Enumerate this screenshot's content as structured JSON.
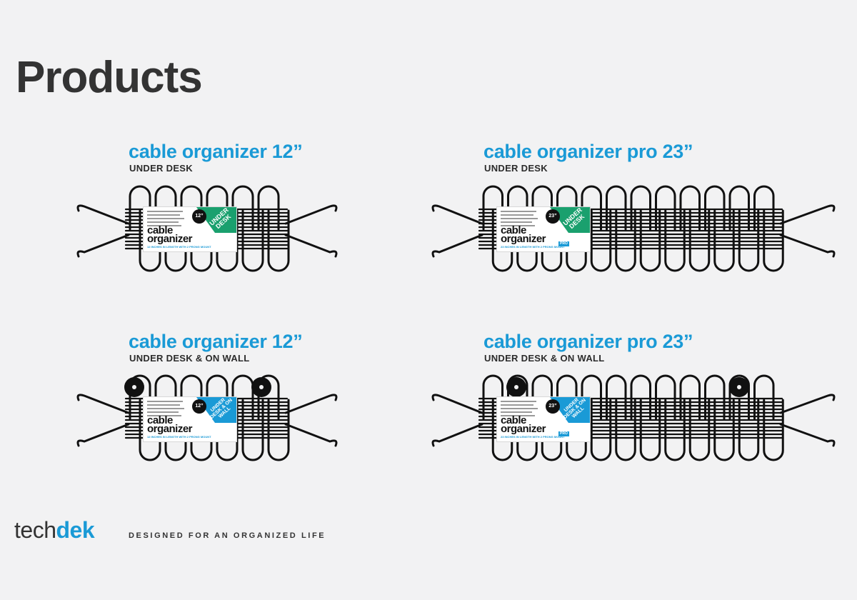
{
  "page": {
    "title": "Products"
  },
  "products": [
    {
      "name": "cable organizer 12”",
      "subtitle": "UNDER DESK",
      "card": {
        "size": "12”",
        "tag": "UNDER DESK",
        "word1": "cable",
        "word2": "organizer",
        "pro": "",
        "footnote": "12 INCHES IN LENGTH WITH 2 PRONG MOUNT",
        "accent": "#1aa06e"
      }
    },
    {
      "name": "cable organizer pro 23”",
      "subtitle": "UNDER DESK",
      "card": {
        "size": "23”",
        "tag": "UNDER DESK",
        "word1": "cable",
        "word2": "organizer",
        "pro": "PRO",
        "footnote": "23 INCHES IN LENGTH WITH 2 PRONG MOUNT",
        "accent": "#1aa06e"
      }
    },
    {
      "name": "cable organizer 12”",
      "subtitle": "UNDER DESK & ON WALL",
      "card": {
        "size": "12”",
        "tag": "UNDER DESK & ON WALL",
        "word1": "cable",
        "word2": "organizer",
        "pro": "",
        "footnote": "12 INCHES IN LENGTH WITH 2 PRONG MOUNT",
        "accent": "#1a9ad6"
      }
    },
    {
      "name": "cable organizer pro 23”",
      "subtitle": "UNDER DESK & ON WALL",
      "card": {
        "size": "23”",
        "tag": "UNDER DESK & ON WALL",
        "word1": "cable",
        "word2": "organizer",
        "pro": "PRO",
        "footnote": "23 INCHES IN LENGTH WITH 2 PRONG MOUNT",
        "accent": "#1a9ad6"
      }
    }
  ],
  "footer": {
    "brand_tech": "tech",
    "brand_dek": "dek",
    "tagline": "DESIGNED FOR AN ORGANIZED LIFE"
  },
  "colors": {
    "accent_blue": "#1a9ad6",
    "accent_green": "#1aa06e",
    "text_dark": "#333333",
    "background": "#f2f2f3"
  },
  "icons": [
    "cable-organizer-rack-icon",
    "wall-mount-disc-icon"
  ]
}
